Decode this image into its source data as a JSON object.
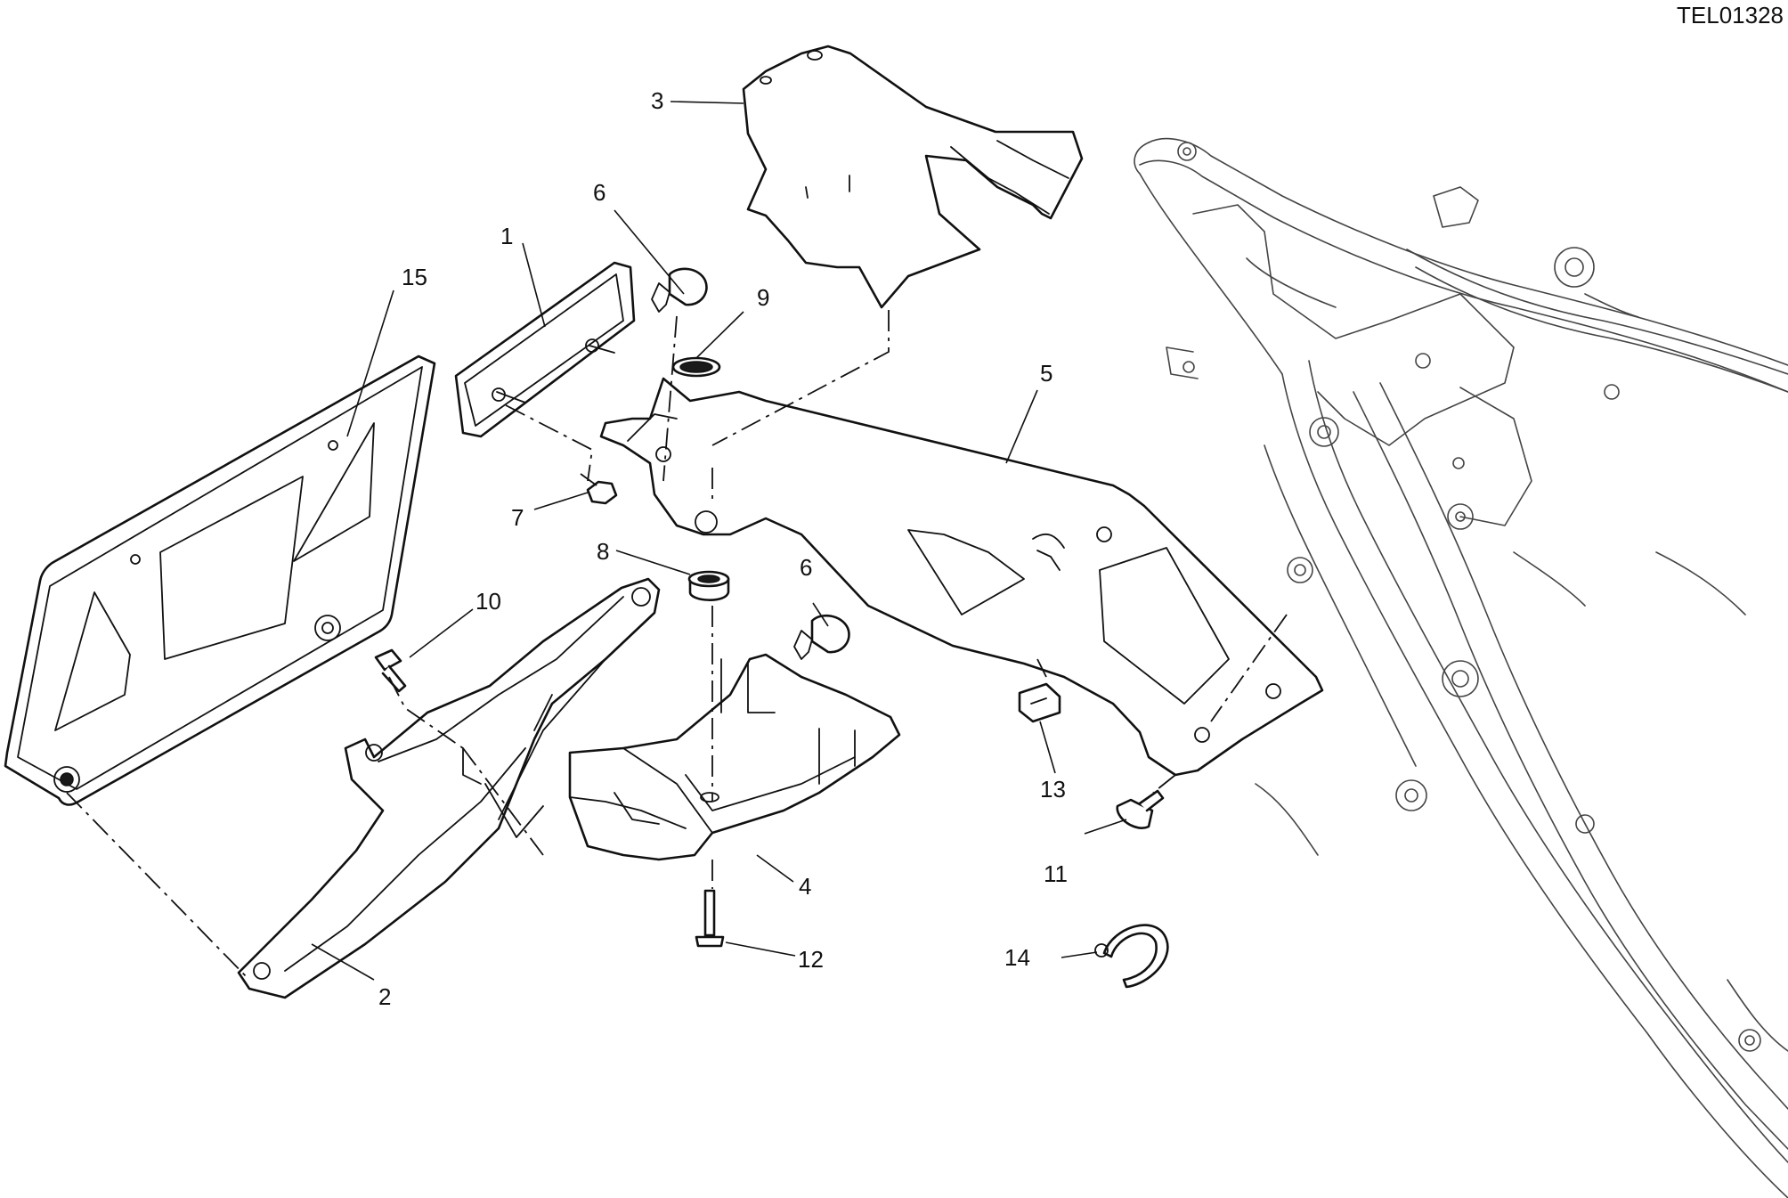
{
  "drawing_code": "TEL01328",
  "callouts": {
    "c1": "1",
    "c2": "2",
    "c3": "3",
    "c4": "4",
    "c5": "5",
    "c6a": "6",
    "c6b": "6",
    "c7": "7",
    "c8": "8",
    "c9": "9",
    "c10": "10",
    "c11": "11",
    "c12": "12",
    "c13": "13",
    "c14": "14",
    "c15": "15"
  }
}
